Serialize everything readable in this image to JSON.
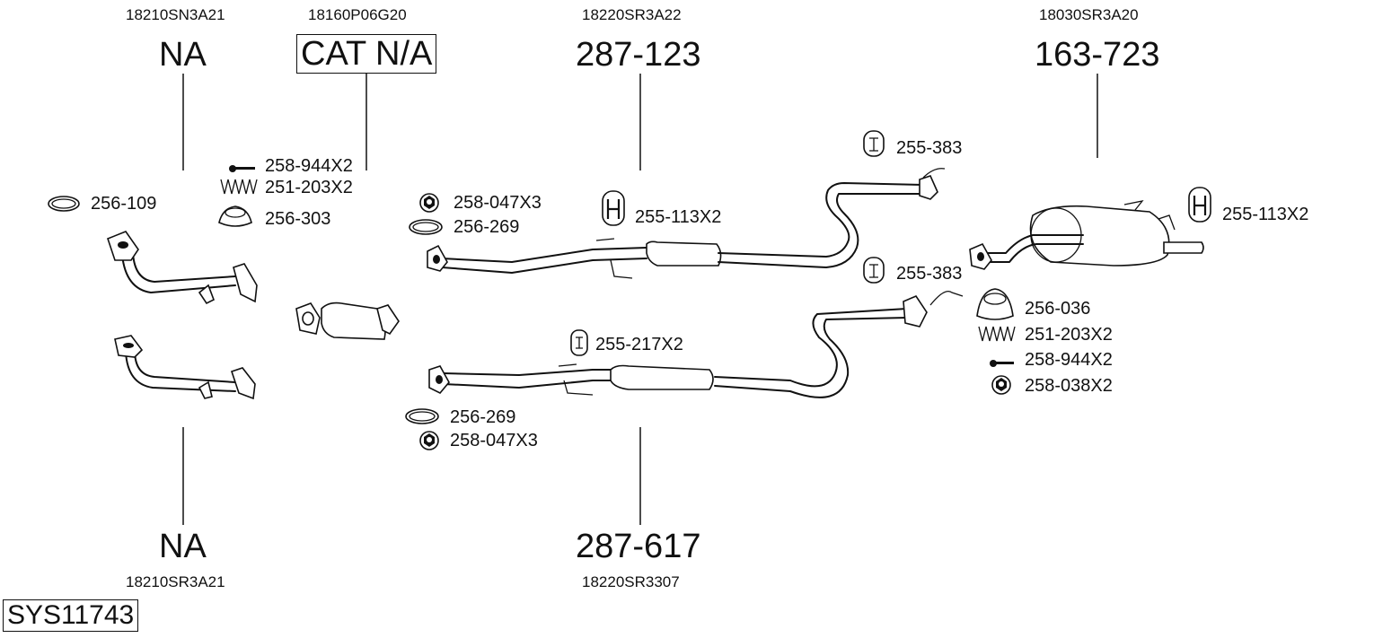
{
  "diagram": {
    "title": "Exhaust system parts diagram",
    "system_id": "SYS11743",
    "main_parts": [
      {
        "key": "front_pipe_top",
        "oem": "18210SN3A21",
        "part": "NA",
        "boxed": false
      },
      {
        "key": "catalyst",
        "oem": "18160P06G20",
        "part": "CAT N/A",
        "boxed": true
      },
      {
        "key": "center_pipe_top",
        "oem": "18220SR3A22",
        "part": "287-123",
        "boxed": false
      },
      {
        "key": "rear_silencer",
        "oem": "18030SR3A20",
        "part": "163-723",
        "boxed": false
      },
      {
        "key": "front_pipe_bottom",
        "oem": "18210SR3A21",
        "part": "NA",
        "boxed": false
      },
      {
        "key": "center_pipe_bottom",
        "oem": "18220SR3307",
        "part": "287-617",
        "boxed": false
      }
    ],
    "fittings": [
      {
        "key": "gasket_ring_1",
        "label": "256-109",
        "icon": "gasket-ring-icon"
      },
      {
        "key": "bolt_1",
        "label": "258-944X2",
        "icon": "bolt-icon"
      },
      {
        "key": "spring_1",
        "label": "251-203X2",
        "icon": "spring-icon"
      },
      {
        "key": "cone_gasket_1",
        "label": "256-303",
        "icon": "cone-gasket-icon"
      },
      {
        "key": "nut_1",
        "label": "258-047X3",
        "icon": "flange-nut-icon"
      },
      {
        "key": "gasket_ring_2",
        "label": "256-269",
        "icon": "gasket-ring-icon"
      },
      {
        "key": "hanger_1",
        "label": "255-113X2",
        "icon": "rubber-hanger-icon"
      },
      {
        "key": "mount_1",
        "label": "255-383",
        "icon": "rubber-mount-icon"
      },
      {
        "key": "mount_2",
        "label": "255-383",
        "icon": "rubber-mount-icon"
      },
      {
        "key": "hanger_2",
        "label": "255-113X2",
        "icon": "rubber-hanger-icon"
      },
      {
        "key": "cone_gasket_2",
        "label": "256-036",
        "icon": "cone-gasket-icon"
      },
      {
        "key": "spring_2",
        "label": "251-203X2",
        "icon": "spring-icon"
      },
      {
        "key": "bolt_2",
        "label": "258-944X2",
        "icon": "bolt-icon"
      },
      {
        "key": "nut_2",
        "label": "258-038X2",
        "icon": "flange-nut-icon"
      },
      {
        "key": "mount_3",
        "label": "255-217X2",
        "icon": "rubber-mount-icon"
      },
      {
        "key": "gasket_ring_3",
        "label": "256-269",
        "icon": "gasket-ring-icon"
      },
      {
        "key": "nut_3",
        "label": "258-047X3",
        "icon": "flange-nut-icon"
      }
    ]
  }
}
